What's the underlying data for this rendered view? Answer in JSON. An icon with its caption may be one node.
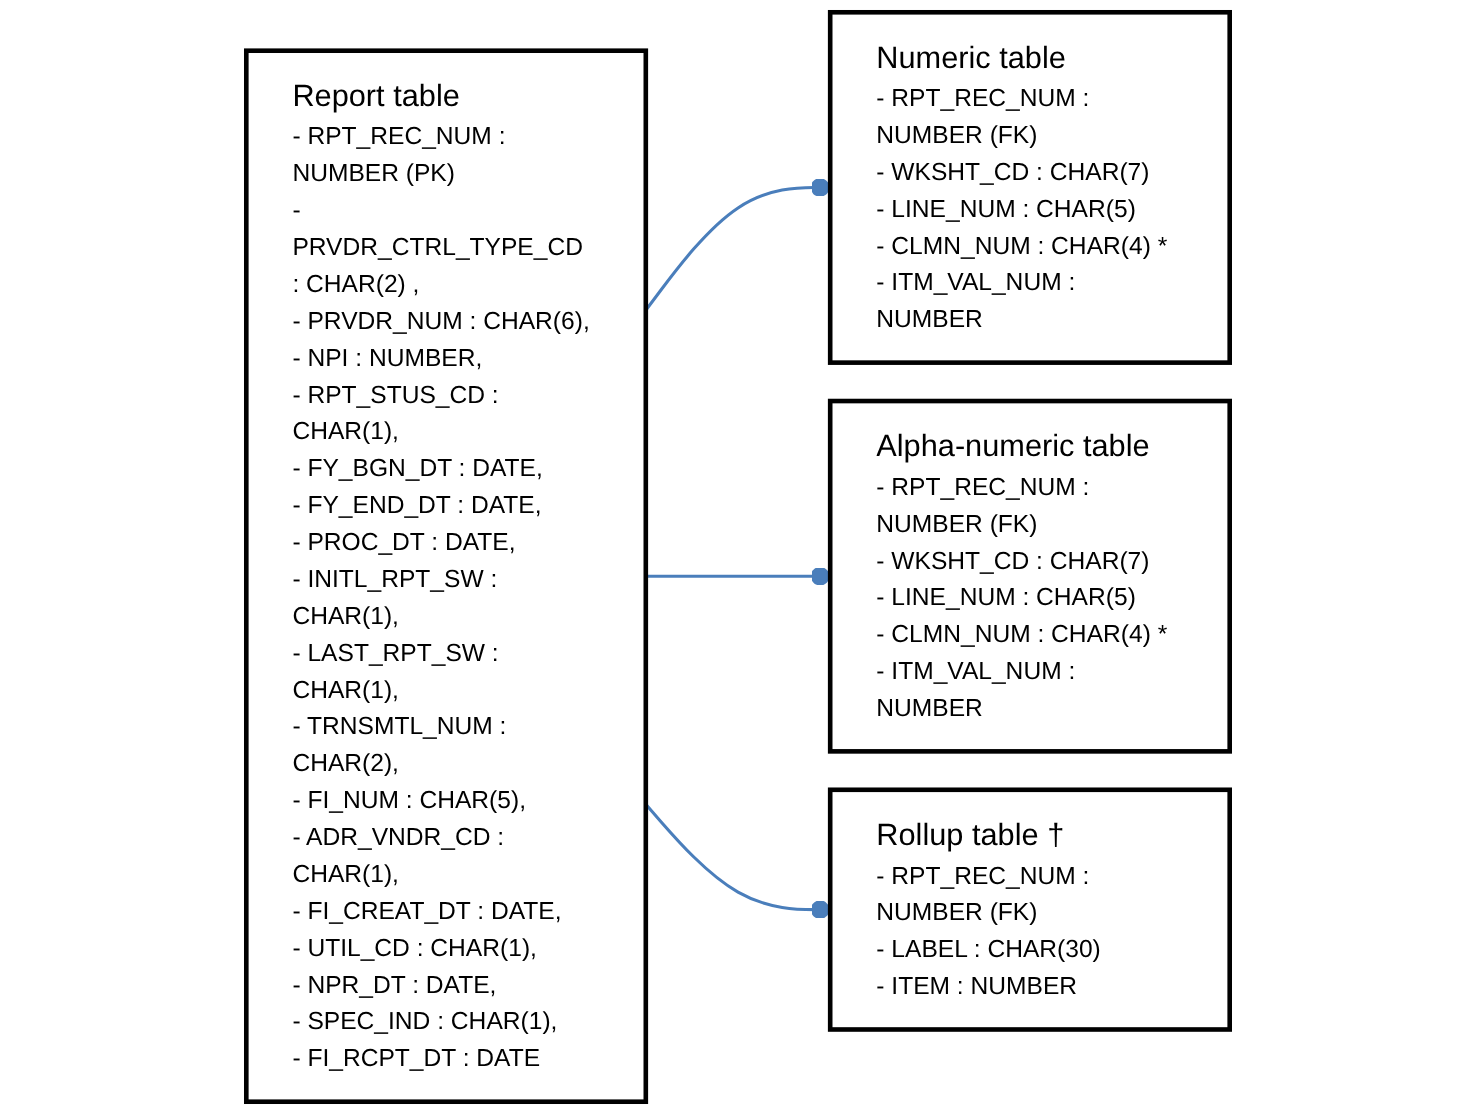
{
  "diagram": {
    "nodes": [
      {
        "text": [
          "Report table",
          "- RPT_REC_NUM : NUMBER (PK)",
          "- PRVDR_CTRL_TYPE_CD : CHAR(2) ,",
          "- PRVDR_NUM : CHAR(6),",
          "- NPI : NUMBER,",
          "- RPT_STUS_CD : CHAR(1),",
          "- FY_BGN_DT : DATE,",
          "- FY_END_DT : DATE,",
          "- PROC_DT : DATE,",
          "- INITL_RPT_SW : CHAR(1),",
          "- LAST_RPT_SW : CHAR(1),",
          "- TRNSMTL_NUM : CHAR(2),",
          "- FI_NUM : CHAR(5),",
          "- ADR_VNDR_CD : CHAR(1),",
          "- FI_CREAT_DT : DATE,",
          "- UTIL_CD : CHAR(1),",
          "- NPR_DT : DATE,",
          "- SPEC_IND : CHAR(1),",
          "- FI_RCPT_DT : DATE"
        ]
      },
      {
        "text": [
          "Numeric table",
          "- RPT_REC_NUM : NUMBER (FK)",
          "- WKSHT_CD : CHAR(7)",
          "- LINE_NUM : CHAR(5)",
          "- CLMN_NUM : CHAR(4) *",
          "- ITM_VAL_NUM : NUMBER"
        ]
      },
      {
        "text": [
          "Alpha-numeric table",
          "- RPT_REC_NUM : NUMBER (FK)",
          "- WKSHT_CD : CHAR(7)",
          "- LINE_NUM : CHAR(5)",
          "- CLMN_NUM : CHAR(4) *",
          "- ITM_VAL_NUM : NUMBER"
        ]
      },
      {
        "text": [
          "Rollup table †",
          "- RPT_REC_NUM : NUMBER (FK)",
          "- LABEL : CHAR(30)",
          "- ITEM : NUMBER"
        ]
      }
    ],
    "edges": [
      {
        "from": 0,
        "to": 1,
        "arrow": "other"
      },
      {
        "from": 0,
        "to": 2,
        "arrow": "other"
      },
      {
        "from": 0,
        "to": 3,
        "arrow": "other"
      }
    ]
  }
}
